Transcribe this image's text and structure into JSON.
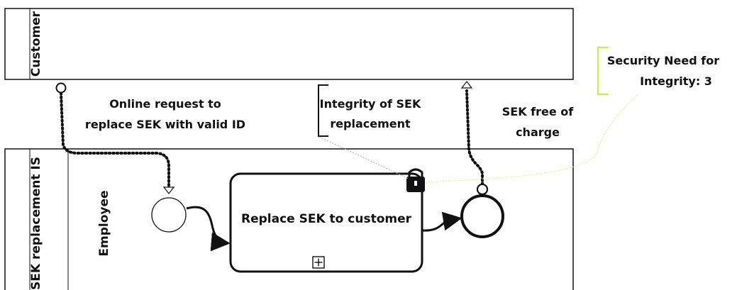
{
  "pools": {
    "customer": {
      "label": "Customer"
    },
    "sek_is": {
      "label": "SEK replacement IS",
      "lane": {
        "label": "Employee"
      }
    }
  },
  "task": {
    "label": "Replace SEK to customer",
    "marker": "subprocess-plus-icon"
  },
  "message_flows": {
    "request": {
      "label_line1": "Online request to",
      "label_line2": "replace SEK with valid ID"
    },
    "response": {
      "label_line1": "SEK free of",
      "label_line2": "charge"
    }
  },
  "annotations": {
    "integrity": {
      "line1": "Integrity of SEK",
      "line2": "replacement"
    },
    "security_need": {
      "line1": "Security Need for",
      "line2": "Integrity: 3"
    }
  },
  "colors": {
    "stroke": "#111111",
    "security_bracket": "#c6ef5a",
    "security_link": "#d8ee90",
    "integrity_link": "#b0b0b0"
  },
  "icons": {
    "security": "padlock-icon"
  }
}
